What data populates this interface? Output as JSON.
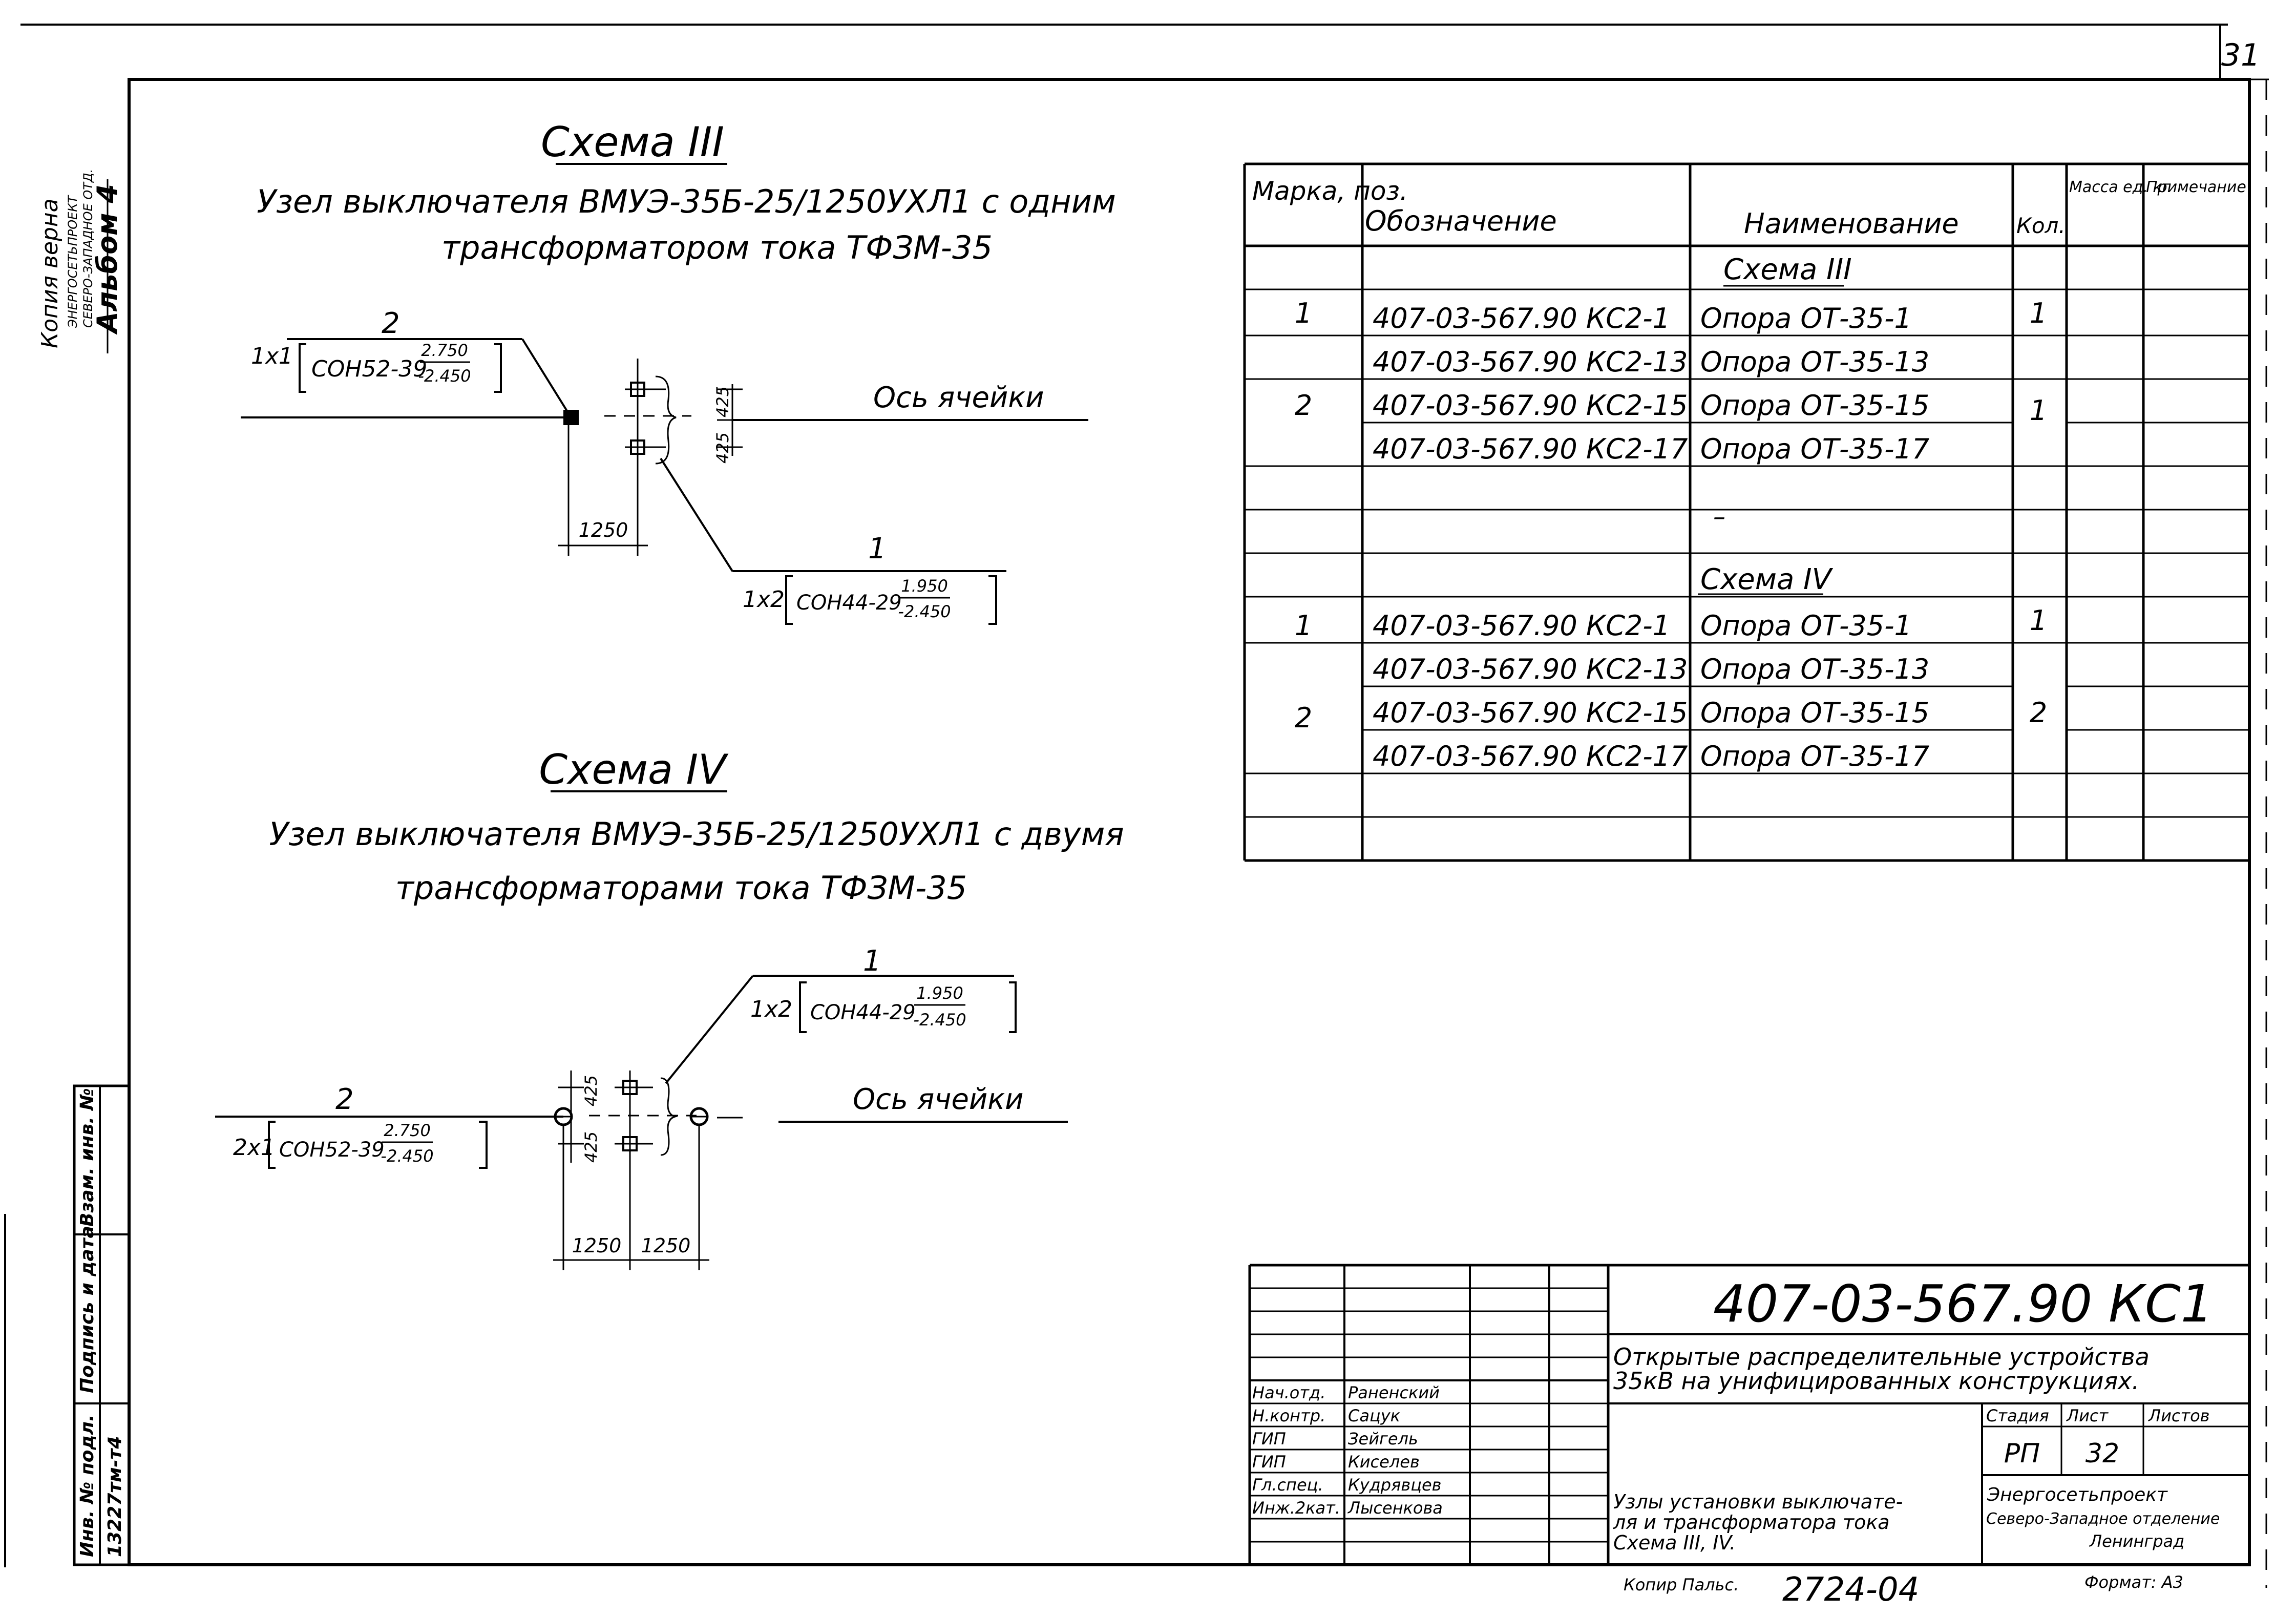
{
  "sheet_corner": "31",
  "left_stamp": {
    "copy_note": "Копия верна",
    "org_lines": [
      "ЭНЕРГОСЕТЬПРОЕКТ",
      "СЕВЕРО-ЗАПАДНОЕ ОТД."
    ],
    "album": "Альбом 4",
    "fields": [
      "Инв. № подл.",
      "Подпись и дата",
      "Взам. инв. №"
    ],
    "inv_number": "13227тм-т4"
  },
  "scheme3": {
    "title": "Схема III",
    "desc1": "Узел выключателя ВМУЭ-35Б-25/1250УХЛ1 с одним",
    "desc2": "трансформатором тока ТФЗМ-35",
    "pos2": "2",
    "pos2_qty": "1х1",
    "pos2_mark": "СОН52-39",
    "pos2_top": "2.750",
    "pos2_bot": "-2.450",
    "pos1": "1",
    "pos1_qty": "1х2",
    "pos1_mark": "СОН44-29",
    "pos1_top": "1.950",
    "pos1_bot": "-2.450",
    "axis": "Ось ячейки",
    "dim_a": "425",
    "dim_b": "425",
    "dim_c": "1250"
  },
  "scheme4": {
    "title": "Схема IV",
    "desc1": "Узел выключателя ВМУЭ-35Б-25/1250УХЛ1 с двумя",
    "desc2": "трансформаторами тока ТФЗМ-35",
    "pos1": "1",
    "pos1_qty": "1х2",
    "pos1_mark": "СОН44-29",
    "pos1_top": "1.950",
    "pos1_bot": "-2.450",
    "pos2": "2",
    "pos2_qty": "2х1",
    "pos2_mark": "СОН52-39",
    "pos2_top": "2.750",
    "pos2_bot": "-2.450",
    "axis": "Ось ячейки",
    "dim_a": "425",
    "dim_b": "425",
    "dim_c": "1250",
    "dim_d": "1250"
  },
  "spec": {
    "headers": [
      "Марка, поз.",
      "Обозначение",
      "Наименование",
      "Кол.",
      "Масса ед. кг",
      "Примечание"
    ],
    "section3": "Схема III",
    "section4": "Схема IV",
    "rows3": [
      {
        "mark": "1",
        "code": "407-03-567.90 КС2-1",
        "name": "Опора  ОТ-35-1",
        "qty": "1"
      },
      {
        "mark": "2",
        "code": "407-03-567.90 КС2-13",
        "name": "Опора  ОТ-35-13",
        "qty": "1"
      },
      {
        "mark": "",
        "code": "407-03-567.90 КС2-15",
        "name": "Опора  ОТ-35-15",
        "qty": ""
      },
      {
        "mark": "",
        "code": "407-03-567.90 КС2-17",
        "name": "Опора  ОТ-35-17",
        "qty": ""
      }
    ],
    "dash": "–",
    "rows4": [
      {
        "mark": "1",
        "code": "407-03-567.90  КС2-1",
        "name": "Опора  ОТ-35-1",
        "qty": "1"
      },
      {
        "mark": "2",
        "code": "407-03-567.90  КС2-13",
        "name": "Опора ОТ-35-13",
        "qty": "2"
      },
      {
        "mark": "",
        "code": "407-03-567.90  КС2-15",
        "name": "Опора  ОТ-35-15",
        "qty": ""
      },
      {
        "mark": "",
        "code": "407-03-567.90  КС2-17",
        "name": "Опора ОТ-35-17",
        "qty": ""
      }
    ]
  },
  "title_block": {
    "doc_code": "407-03-567.90 КС1",
    "project_title1": "Открытые распределительные устройства",
    "project_title2": "35кВ на унифицированных конструкциях.",
    "staff": [
      {
        "role": "Нач.отд.",
        "name": "Раненский"
      },
      {
        "role": "Н.контр.",
        "name": "Сацук"
      },
      {
        "role": "ГИП",
        "name": "Зейгель"
      },
      {
        "role": "ГИП",
        "name": "Киселев"
      },
      {
        "role": "Гл.спец.",
        "name": "Кудрявцев"
      },
      {
        "role": "Инж.2кат.",
        "name": "Лысенкова"
      }
    ],
    "stage_label": "Стадия",
    "sheet_label": "Лист",
    "sheets_label": "Листов",
    "stage": "РП",
    "sheet": "32",
    "sheet_title1": "Узлы установки выключате-",
    "sheet_title2": "ля и трансформатора тока",
    "sheet_title3": "Схема III, IV.",
    "org1": "Энергосетьпроект",
    "org2": "Северо-Западное отделение",
    "org3": "Ленинград",
    "copied": "Копир Пальс.",
    "copy_number": "2724-04",
    "format": "Формат: А3"
  }
}
